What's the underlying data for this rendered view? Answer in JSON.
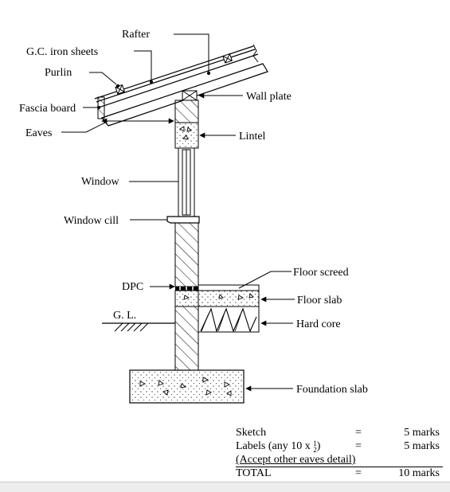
{
  "labels": {
    "rafter": "Rafter",
    "gc_iron_sheets": "G.C. iron sheets",
    "purlin": "Purlin",
    "fascia_board": "Fascia board",
    "eaves": "Eaves",
    "wall_plate": "Wall plate",
    "lintel": "Lintel",
    "window": "Window",
    "window_cill": "Window cill",
    "floor_screed": "Floor screed",
    "dpc": "DPC",
    "floor_slab": "Floor slab",
    "gl": "G. L.",
    "hard_core": "Hard core",
    "foundation_slab": "Foundation slab"
  },
  "marking_scheme": {
    "sketch": {
      "label": "Sketch",
      "eq": "=",
      "value": "5 marks"
    },
    "labels": {
      "label": "Labels (any 10 x ",
      "frac_num": "1",
      "frac_den": "2",
      "label_end": ")",
      "eq": "=",
      "value": "5 marks"
    },
    "note": "(Accept other eaves detail)",
    "total": {
      "label": "TOTAL",
      "eq": "=",
      "value": "10 marks"
    }
  }
}
